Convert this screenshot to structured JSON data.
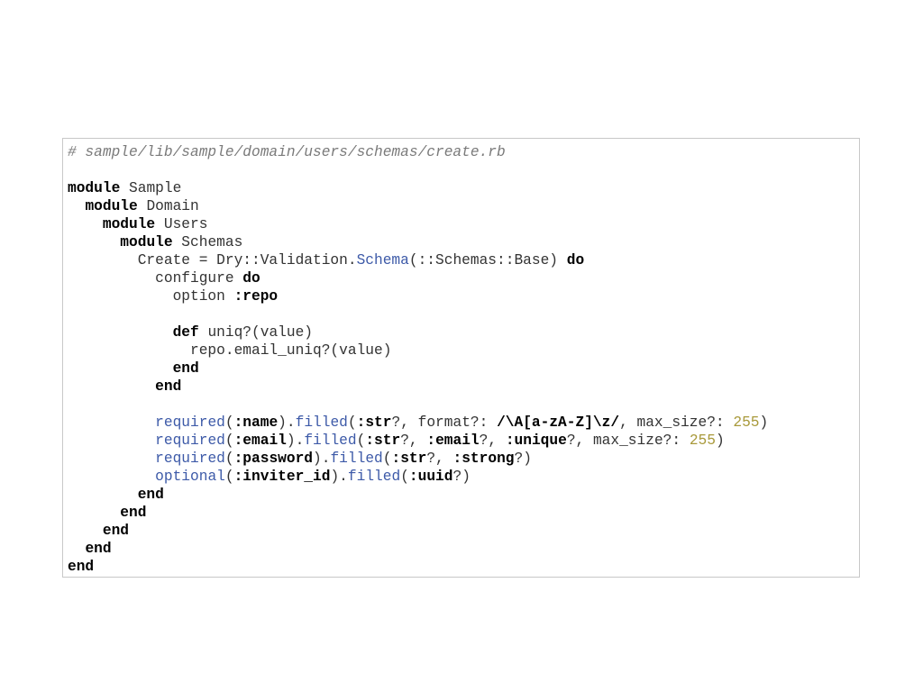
{
  "comment": "# sample/lib/sample/domain/users/schemas/create.rb",
  "colors": {
    "keyword": "#000000",
    "method": "#3d5aa8",
    "number": "#a99a3c",
    "comment": "#7a7a7a",
    "text": "#333333",
    "border": "#c8c8c8"
  },
  "lines": [
    [
      {
        "t": "cm",
        "v": "# sample/lib/sample/domain/users/schemas/create.rb"
      }
    ],
    [],
    [
      {
        "t": "kw",
        "v": "module"
      },
      {
        "t": "tx",
        "v": " Sample"
      }
    ],
    [
      {
        "t": "tx",
        "v": "  "
      },
      {
        "t": "kw",
        "v": "module"
      },
      {
        "t": "tx",
        "v": " Domain"
      }
    ],
    [
      {
        "t": "tx",
        "v": "    "
      },
      {
        "t": "kw",
        "v": "module"
      },
      {
        "t": "tx",
        "v": " Users"
      }
    ],
    [
      {
        "t": "tx",
        "v": "      "
      },
      {
        "t": "kw",
        "v": "module"
      },
      {
        "t": "tx",
        "v": " Schemas"
      }
    ],
    [
      {
        "t": "tx",
        "v": "        Create = Dry::Validation."
      },
      {
        "t": "fn",
        "v": "Schema"
      },
      {
        "t": "tx",
        "v": "(::Schemas::Base) "
      },
      {
        "t": "kw",
        "v": "do"
      }
    ],
    [
      {
        "t": "tx",
        "v": "          configure "
      },
      {
        "t": "kw",
        "v": "do"
      }
    ],
    [
      {
        "t": "tx",
        "v": "            option "
      },
      {
        "t": "sym",
        "v": ":repo"
      }
    ],
    [],
    [
      {
        "t": "tx",
        "v": "            "
      },
      {
        "t": "kw",
        "v": "def"
      },
      {
        "t": "tx",
        "v": " uniq?(value)"
      }
    ],
    [
      {
        "t": "tx",
        "v": "              repo.email_uniq?(value)"
      }
    ],
    [
      {
        "t": "tx",
        "v": "            "
      },
      {
        "t": "kw",
        "v": "end"
      }
    ],
    [
      {
        "t": "tx",
        "v": "          "
      },
      {
        "t": "kw",
        "v": "end"
      }
    ],
    [],
    [
      {
        "t": "tx",
        "v": "          "
      },
      {
        "t": "fn",
        "v": "required"
      },
      {
        "t": "tx",
        "v": "("
      },
      {
        "t": "sym",
        "v": ":name"
      },
      {
        "t": "tx",
        "v": ")."
      },
      {
        "t": "fn",
        "v": "filled"
      },
      {
        "t": "tx",
        "v": "("
      },
      {
        "t": "sym",
        "v": ":str"
      },
      {
        "t": "tx",
        "v": "?, format?: "
      },
      {
        "t": "rx",
        "v": "/\\A[a-zA-Z]\\z/"
      },
      {
        "t": "tx",
        "v": ", max_size?: "
      },
      {
        "t": "num",
        "v": "255"
      },
      {
        "t": "tx",
        "v": ")"
      }
    ],
    [
      {
        "t": "tx",
        "v": "          "
      },
      {
        "t": "fn",
        "v": "required"
      },
      {
        "t": "tx",
        "v": "("
      },
      {
        "t": "sym",
        "v": ":email"
      },
      {
        "t": "tx",
        "v": ")."
      },
      {
        "t": "fn",
        "v": "filled"
      },
      {
        "t": "tx",
        "v": "("
      },
      {
        "t": "sym",
        "v": ":str"
      },
      {
        "t": "tx",
        "v": "?, "
      },
      {
        "t": "sym",
        "v": ":email"
      },
      {
        "t": "tx",
        "v": "?, "
      },
      {
        "t": "sym",
        "v": ":unique"
      },
      {
        "t": "tx",
        "v": "?, max_size?: "
      },
      {
        "t": "num",
        "v": "255"
      },
      {
        "t": "tx",
        "v": ")"
      }
    ],
    [
      {
        "t": "tx",
        "v": "          "
      },
      {
        "t": "fn",
        "v": "required"
      },
      {
        "t": "tx",
        "v": "("
      },
      {
        "t": "sym",
        "v": ":password"
      },
      {
        "t": "tx",
        "v": ")."
      },
      {
        "t": "fn",
        "v": "filled"
      },
      {
        "t": "tx",
        "v": "("
      },
      {
        "t": "sym",
        "v": ":str"
      },
      {
        "t": "tx",
        "v": "?, "
      },
      {
        "t": "sym",
        "v": ":strong"
      },
      {
        "t": "tx",
        "v": "?)"
      }
    ],
    [
      {
        "t": "tx",
        "v": "          "
      },
      {
        "t": "fn",
        "v": "optional"
      },
      {
        "t": "tx",
        "v": "("
      },
      {
        "t": "sym",
        "v": ":inviter_id"
      },
      {
        "t": "tx",
        "v": ")."
      },
      {
        "t": "fn",
        "v": "filled"
      },
      {
        "t": "tx",
        "v": "("
      },
      {
        "t": "sym",
        "v": ":uuid"
      },
      {
        "t": "tx",
        "v": "?)"
      }
    ],
    [
      {
        "t": "tx",
        "v": "        "
      },
      {
        "t": "kw",
        "v": "end"
      }
    ],
    [
      {
        "t": "tx",
        "v": "      "
      },
      {
        "t": "kw",
        "v": "end"
      }
    ],
    [
      {
        "t": "tx",
        "v": "    "
      },
      {
        "t": "kw",
        "v": "end"
      }
    ],
    [
      {
        "t": "tx",
        "v": "  "
      },
      {
        "t": "kw",
        "v": "end"
      }
    ],
    [
      {
        "t": "kw",
        "v": "end"
      }
    ]
  ]
}
